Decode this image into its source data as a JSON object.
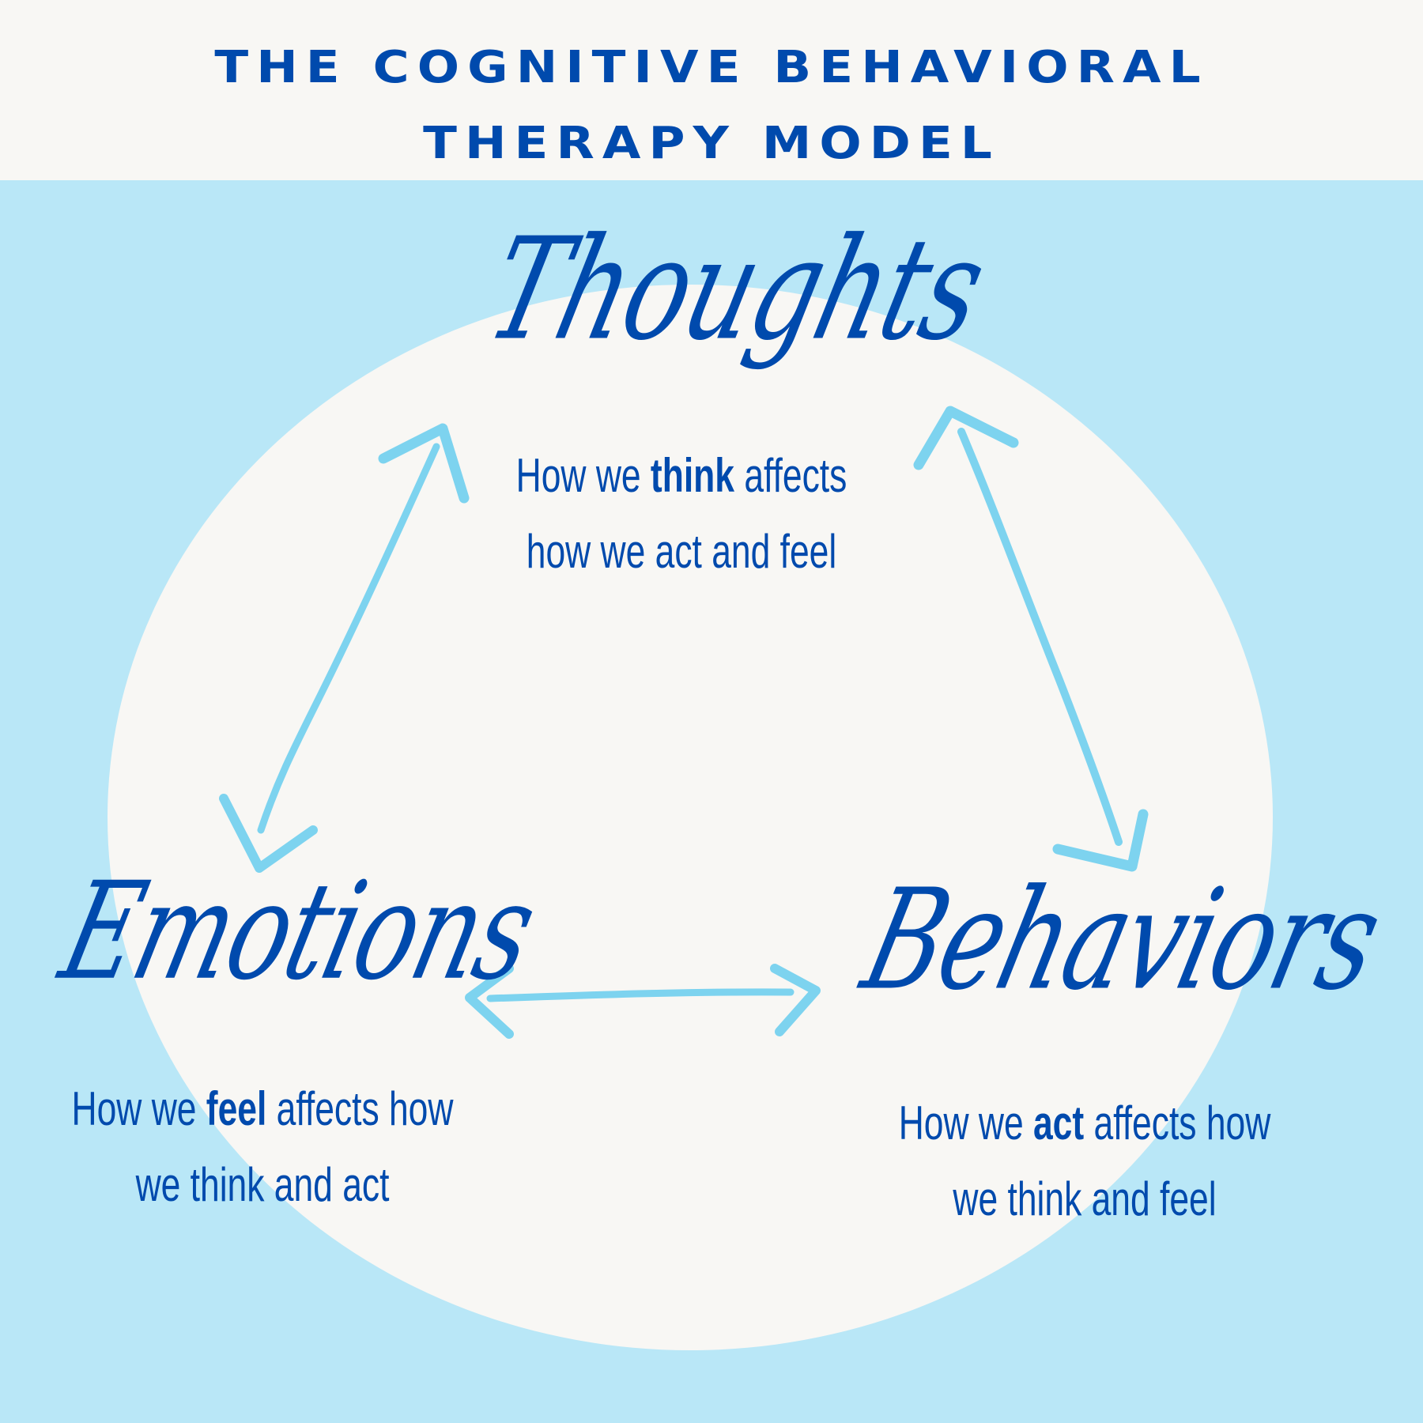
{
  "header": {
    "title_lines": [
      "THE COGNITIVE BEHAVIORAL",
      "THERAPY MODEL"
    ]
  },
  "colors": {
    "background": "#b9e7f7",
    "header_background": "#f8f7f4",
    "circle": "#f8f7f4",
    "text": "#004aad",
    "arrow": "#7dd3ef"
  },
  "nodes": {
    "thoughts": {
      "title": "Thoughts",
      "desc_line1_pre": "How we ",
      "desc_line1_bold": "think",
      "desc_line1_post": " affects",
      "desc_line2": "how we act and feel"
    },
    "emotions": {
      "title": "Emotions",
      "desc_line1_pre": "How we ",
      "desc_line1_bold": "feel",
      "desc_line1_post": " affects how",
      "desc_line2": "we think and act"
    },
    "behaviors": {
      "title": "Behaviors",
      "desc_line1_pre": "How we ",
      "desc_line1_bold": "act",
      "desc_line1_post": " affects how",
      "desc_line2": "we think and feel"
    }
  },
  "connections": [
    {
      "from": "thoughts",
      "to": "emotions",
      "direction": "bidirectional"
    },
    {
      "from": "thoughts",
      "to": "behaviors",
      "direction": "bidirectional"
    },
    {
      "from": "emotions",
      "to": "behaviors",
      "direction": "bidirectional"
    }
  ]
}
